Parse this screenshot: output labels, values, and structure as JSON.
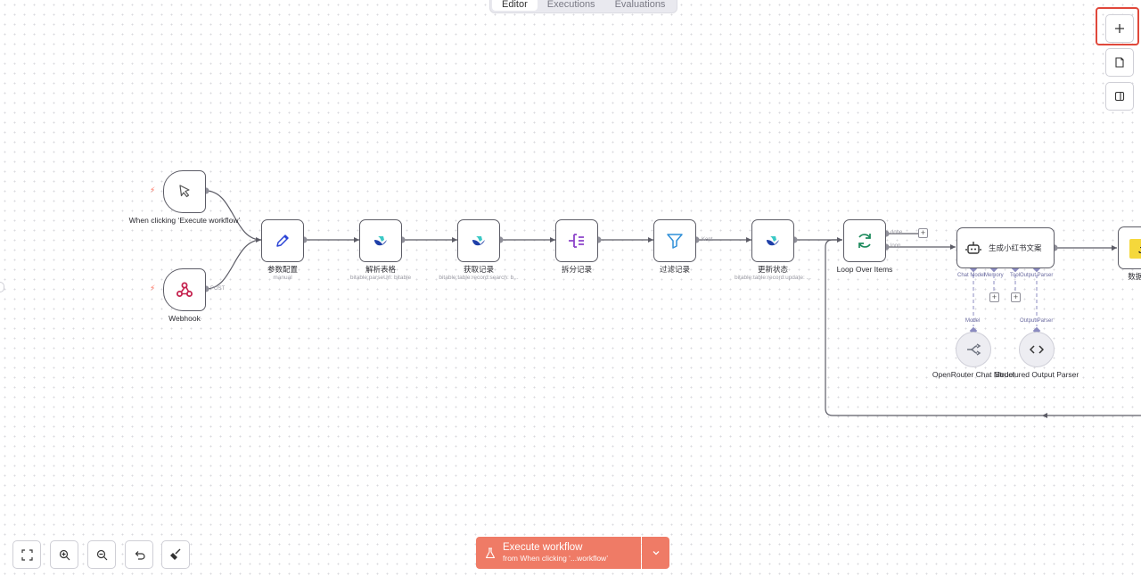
{
  "tabs": [
    "Editor",
    "Executions",
    "Evaluations"
  ],
  "nodes": {
    "manual_trigger": {
      "label": "When clicking ‘Execute workflow’"
    },
    "webhook": {
      "label": "Webhook",
      "port": "POST"
    },
    "params": {
      "label": "参数配置",
      "sub": "manual"
    },
    "parse_table": {
      "label": "解析表格",
      "sub": "bitable:parseUrl: bitable"
    },
    "get_records": {
      "label": "获取记录",
      "sub": "bitable:table:record:search: b..."
    },
    "split_records": {
      "label": "拆分记录"
    },
    "filter_records": {
      "label": "过滤记录",
      "port": "Kept"
    },
    "update_status": {
      "label": "更新状态",
      "sub": "bitable:table:record:update: ..."
    },
    "loop": {
      "label": "Loop Over Items",
      "port_done": "done",
      "port_loop": "loop"
    },
    "agent": {
      "label": "生成小红书文案",
      "ports": [
        "Chat Model",
        "Memory",
        "Tool",
        "Output Parser"
      ]
    },
    "data_node": {
      "label": "数据整"
    },
    "chat_model": {
      "label": "OpenRouter Chat Model",
      "port": "Model"
    },
    "output_parser": {
      "label": "Structured Output Parser",
      "port": "Output Parser"
    }
  },
  "execute": {
    "main": "Execute workflow",
    "sub": "from When clicking ‘...workflow’"
  },
  "icons": {
    "add": "plus-icon",
    "sticky": "sticky-note-icon",
    "panel": "side-panel-icon"
  },
  "colors": {
    "accent": "#ef7b66",
    "highlight": "#e0483b",
    "edge": "#5c5c66"
  }
}
